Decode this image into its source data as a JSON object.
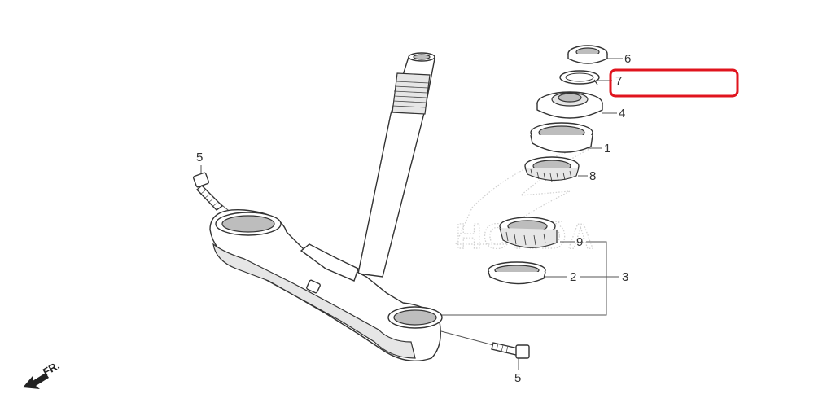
{
  "diagram": {
    "watermark": "HONDA",
    "direction_label": "FR.",
    "callouts": [
      {
        "id": "c6",
        "label": "6"
      },
      {
        "id": "c7",
        "label": "7"
      },
      {
        "id": "c4",
        "label": "4"
      },
      {
        "id": "c1",
        "label": "1"
      },
      {
        "id": "c8",
        "label": "8"
      },
      {
        "id": "c9",
        "label": "9"
      },
      {
        "id": "c2",
        "label": "2"
      },
      {
        "id": "c3",
        "label": "3"
      },
      {
        "id": "c5a",
        "label": "5"
      },
      {
        "id": "c5b",
        "label": "5"
      }
    ],
    "highlight_color": "#e0141e"
  }
}
